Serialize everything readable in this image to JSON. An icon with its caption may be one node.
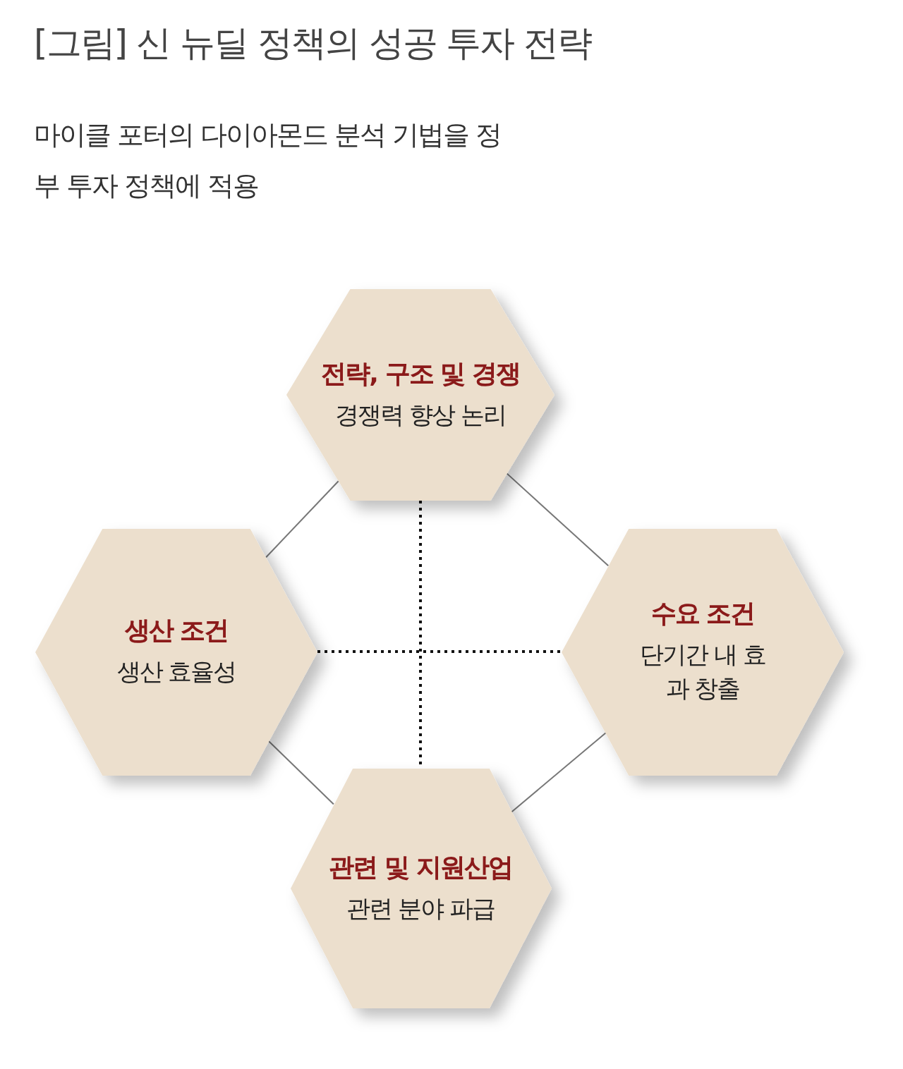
{
  "diagram": {
    "title": "[그림] 신 뉴딜 정책의 성공 투자 전략",
    "nodes": [
      {
        "text": [
          "전략, 구조 및 경쟁",
          "경쟁력 향상 논리"
        ]
      },
      {
        "text": [
          "생산 조건",
          "생산 효율성"
        ]
      },
      {
        "text": [
          "수요 조건",
          "단기간 내 효과 창출"
        ]
      },
      {
        "text": [
          "관련 및 지원산업",
          "관련 분야 파급"
        ]
      }
    ],
    "edges": [
      {
        "from": 0,
        "to": 1,
        "arrow": "none"
      },
      {
        "from": 0,
        "to": 2,
        "arrow": "none"
      },
      {
        "from": 1,
        "to": 3,
        "arrow": "none"
      },
      {
        "from": 2,
        "to": 3,
        "arrow": "none"
      },
      {
        "from": 0,
        "to": 3,
        "arrow": "none",
        "style": "dashed",
        "color": "#111111"
      },
      {
        "from": 1,
        "to": 2,
        "arrow": "none",
        "style": "dashed",
        "color": "#111111"
      }
    ],
    "labels": [
      "마이클 포터의 다이아몬드 분석 기법을 정부 투자 정책에 적용"
    ]
  }
}
